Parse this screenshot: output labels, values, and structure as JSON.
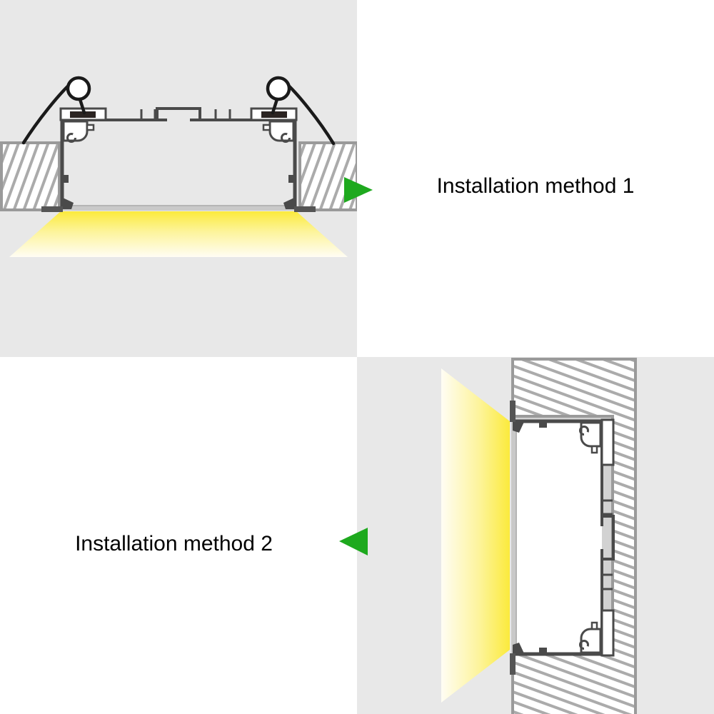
{
  "panel1": {
    "caption": "Installation method 1",
    "arrow_direction": "right"
  },
  "panel2": {
    "caption": "Installation method 2",
    "arrow_direction": "left"
  },
  "colors": {
    "panel_bg": "#e8e8e8",
    "arrow_green": "#1ea91e",
    "beam_yellow": "#fbea3c",
    "beam_yellow_mid": "#fdf49c",
    "beam_yellow_fade": "#fffdf4",
    "profile_outline": "#4a4a4a",
    "clip_wire": "#1a1a1a",
    "clip_plate_black": "#2b2422",
    "hatch_line": "#ababab",
    "hatch_border": "#9a9a9a",
    "diffuser_gray": "#c9c9c9",
    "recess_gap_gray": "#d2d2d2",
    "caption_text": "#000000"
  }
}
